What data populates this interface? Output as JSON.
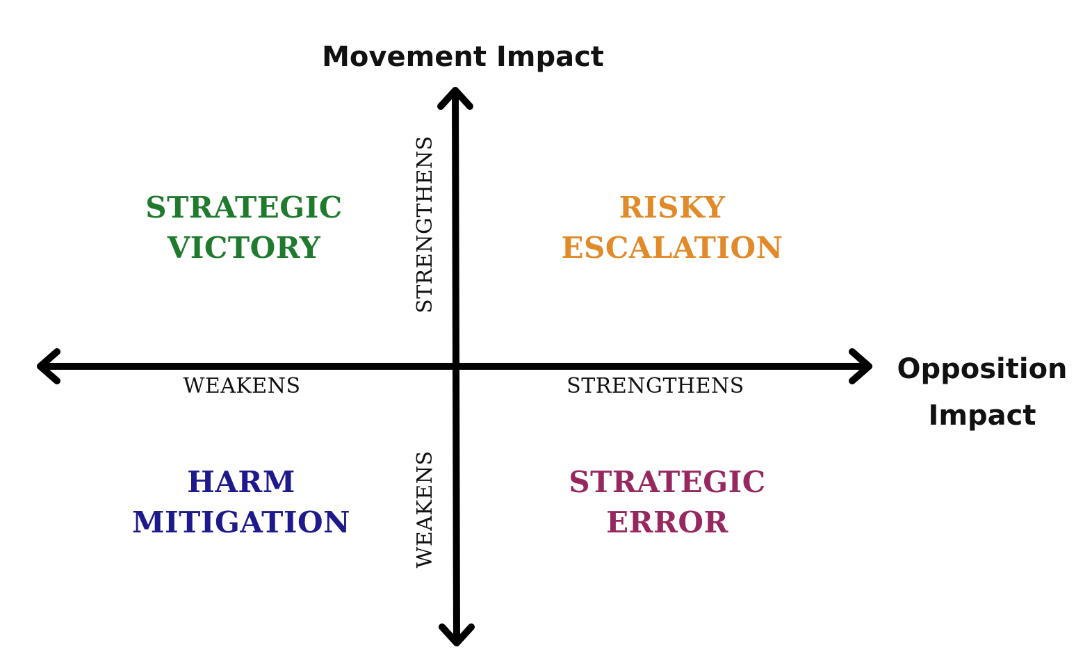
{
  "y_axis": {
    "title": "Movement Impact",
    "positive_label": "STRENGTHENS",
    "negative_label": "WEAKENS"
  },
  "x_axis": {
    "title_line1": "Opposition",
    "title_line2": "Impact",
    "positive_label": "STRENGTHENS",
    "negative_label": "WEAKENS"
  },
  "quadrants": {
    "top_left": {
      "line1": "STRATEGIC",
      "line2": "VICTORY",
      "color": "#1f7a2e"
    },
    "top_right": {
      "line1": "RISKY",
      "line2": "ESCALATION",
      "color": "#e08a2a"
    },
    "bottom_left": {
      "line1": "HARM",
      "line2": "MITIGATION",
      "color": "#1f1a8c"
    },
    "bottom_right": {
      "line1": "STRATEGIC",
      "line2": "ERROR",
      "color": "#97285f"
    }
  },
  "colors": {
    "axis": "#000000"
  }
}
